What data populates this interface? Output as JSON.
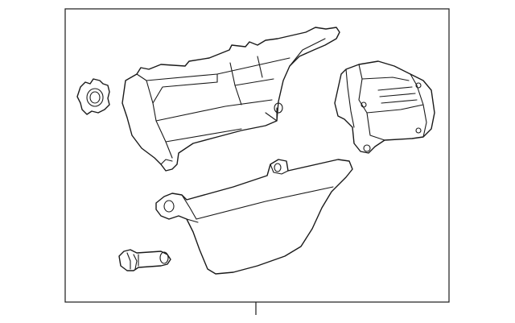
{
  "diagram": {
    "line_color": "#1a1a1a",
    "background": "#ffffff",
    "parts": [
      {
        "id": "clip",
        "icon": "retainer-clip-icon"
      },
      {
        "id": "housing",
        "icon": "glove-box-housing-icon"
      },
      {
        "id": "vent",
        "icon": "air-vent-duct-icon"
      },
      {
        "id": "door",
        "icon": "glove-box-door-icon"
      },
      {
        "id": "bumper",
        "icon": "bumper-stop-icon"
      }
    ]
  }
}
